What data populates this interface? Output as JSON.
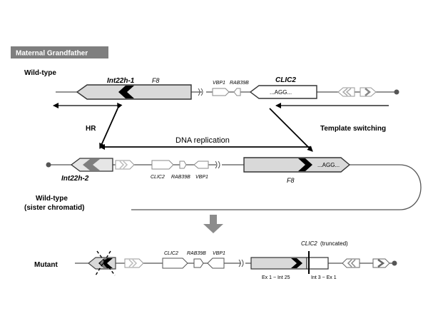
{
  "header_tab": "Maternal Grandfather",
  "rows": {
    "wild_type": "Wild-type",
    "wild_type_sister_line1": "Wild-type",
    "wild_type_sister_line2": "(sister chromatid)",
    "mutant": "Mutant"
  },
  "genes": {
    "int22h1": "Int22h-1",
    "int22h2": "Int22h-2",
    "f8": "F8",
    "vbp1": "VBP1",
    "rab39b": "RAB39B",
    "clic2": "CLIC2",
    "agg": "...AGG...",
    "clic2_truncated_name": "CLIC2",
    "clic2_truncated_suffix": "(truncated)"
  },
  "arrows": {
    "hr": "HR",
    "template_switching": "Template switching",
    "dna_replication": "DNA replication"
  },
  "mutant_labels": {
    "ex1_int25": "Ex 1 ~ Int 25",
    "int3_ex1": "Int 3 ~ Ex 1"
  },
  "colors": {
    "tab_bg": "#7f7f7f",
    "f8_fill": "#d9d9d9",
    "int22h_fill": "#000000",
    "int22h2_fill": "#7f7f7f",
    "big_arrow": "#8c8c8c"
  }
}
